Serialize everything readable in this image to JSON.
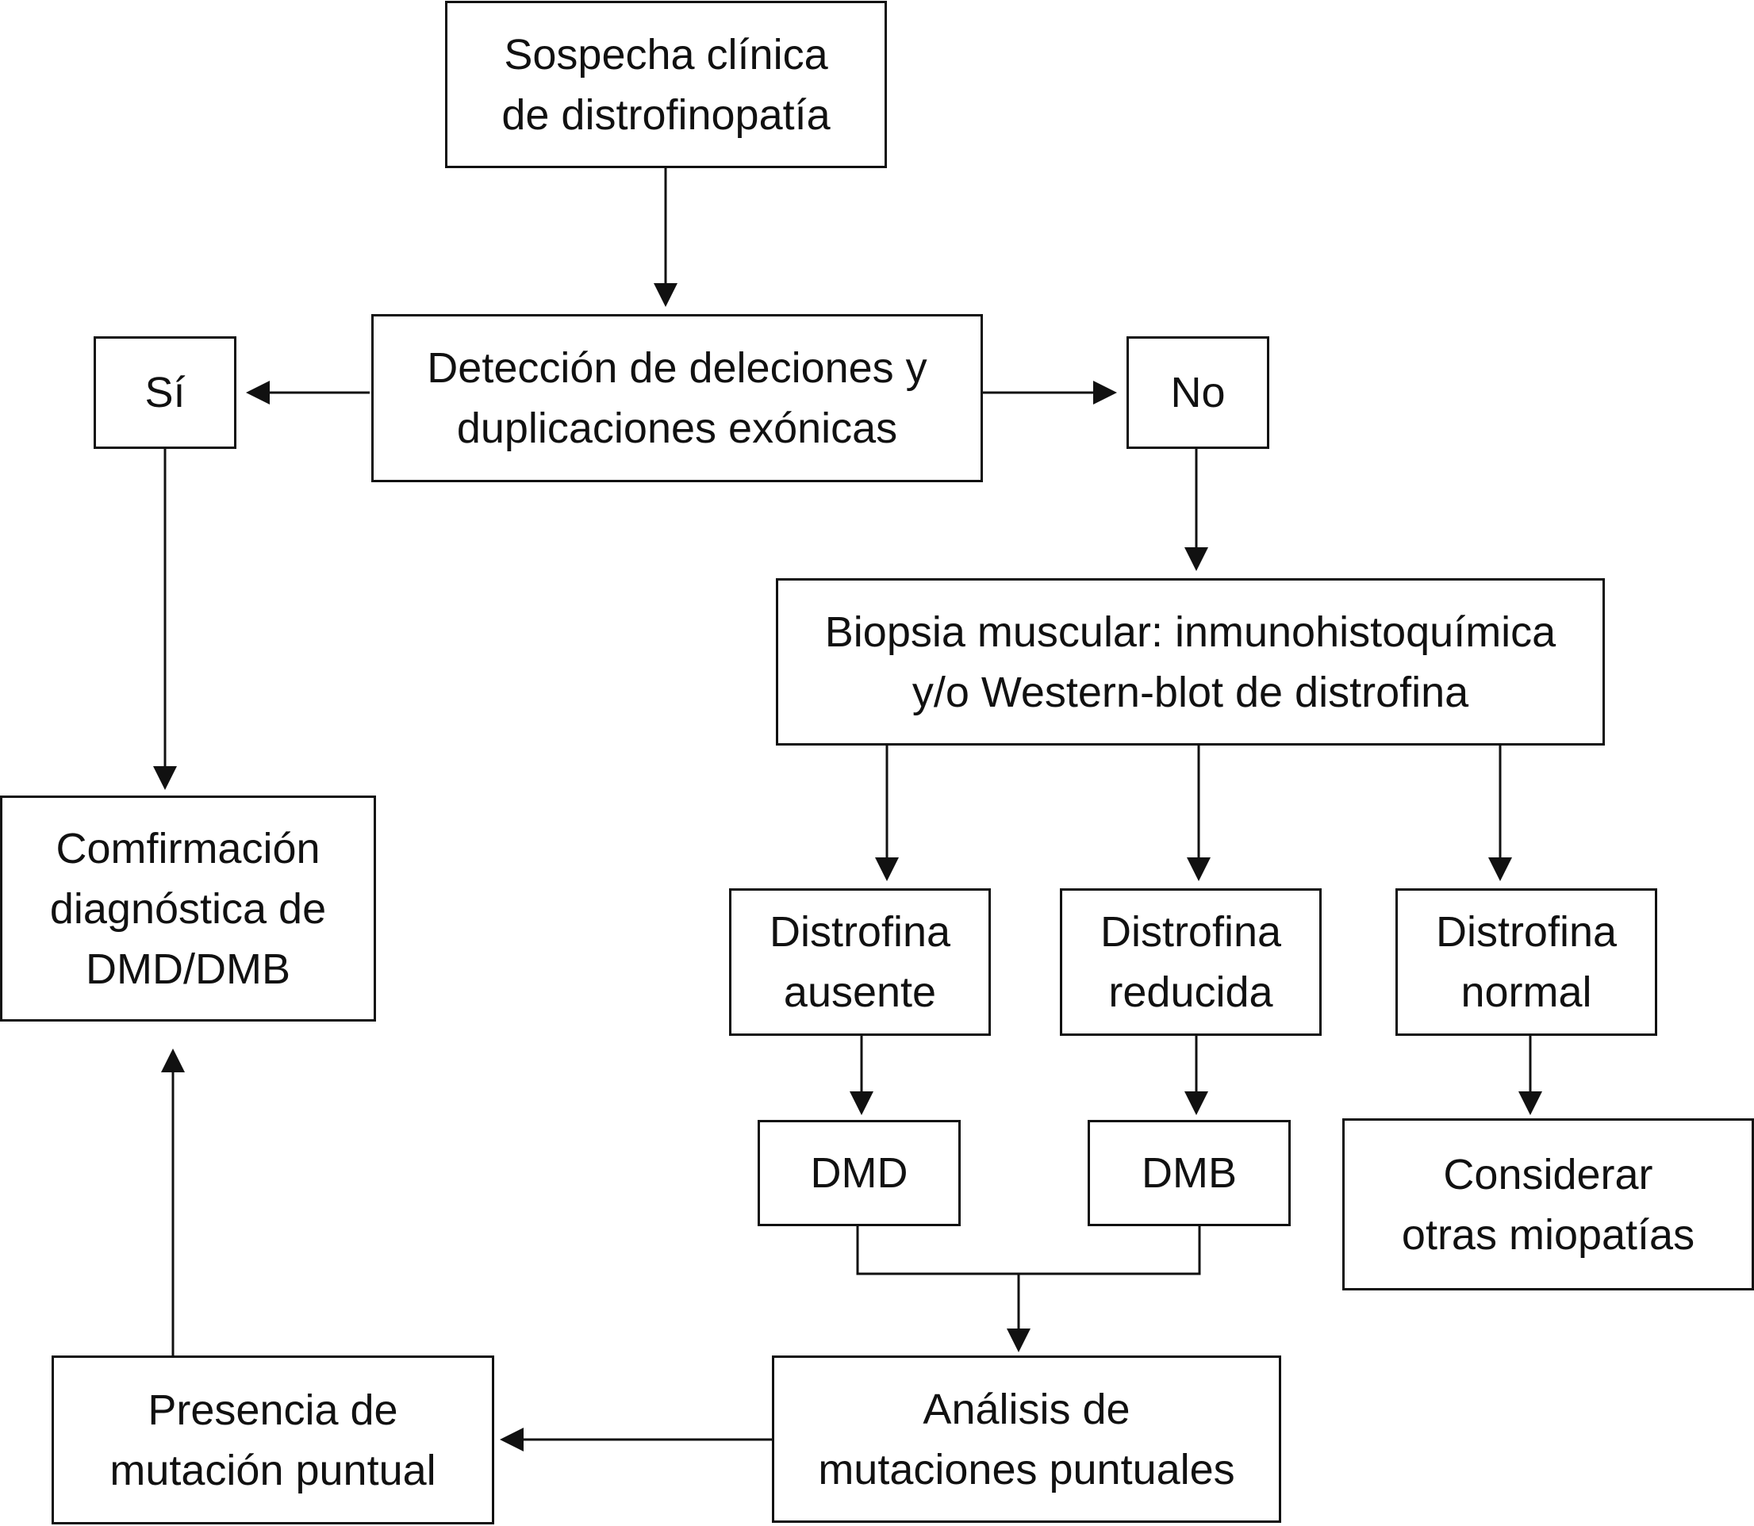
{
  "nodes": {
    "sospecha": [
      "Sospecha clínica",
      "de distrofinopatía"
    ],
    "deteccion": [
      "Detección de deleciones y",
      "duplicaciones exónicas"
    ],
    "si": [
      "Sí"
    ],
    "no": [
      "No"
    ],
    "biopsia": [
      "Biopsia muscular: inmunohistoquímica",
      "y/o Western-blot de distrofina"
    ],
    "confirmacion": [
      "Comfirmación",
      "diagnóstica de",
      "DMD/DMB"
    ],
    "ausente": [
      "Distrofina",
      "ausente"
    ],
    "reducida": [
      "Distrofina",
      "reducida"
    ],
    "normal": [
      "Distrofina",
      "normal"
    ],
    "dmd": [
      "DMD"
    ],
    "dmb": [
      "DMB"
    ],
    "considerar": [
      "Considerar",
      "otras miopatías"
    ],
    "presencia": [
      "Presencia de",
      "mutación puntual"
    ],
    "analisis": [
      "Análisis de",
      "mutaciones puntuales"
    ]
  },
  "colors": {
    "stroke": "#111111",
    "background": "#ffffff"
  }
}
